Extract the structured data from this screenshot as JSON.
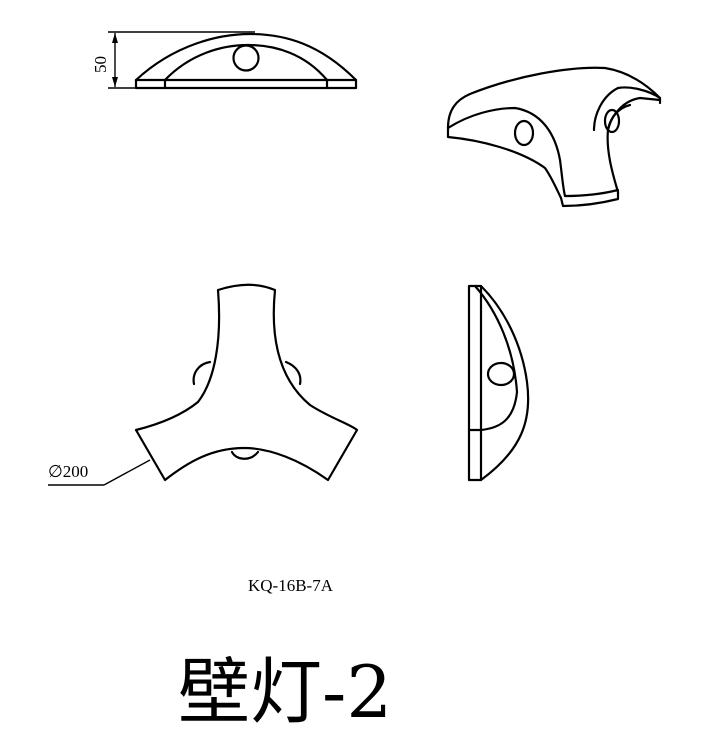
{
  "dimensions": {
    "height_label": "50",
    "diameter_label": "∅200"
  },
  "model_code": "KQ-16B-7A",
  "title": "壁灯-2"
}
